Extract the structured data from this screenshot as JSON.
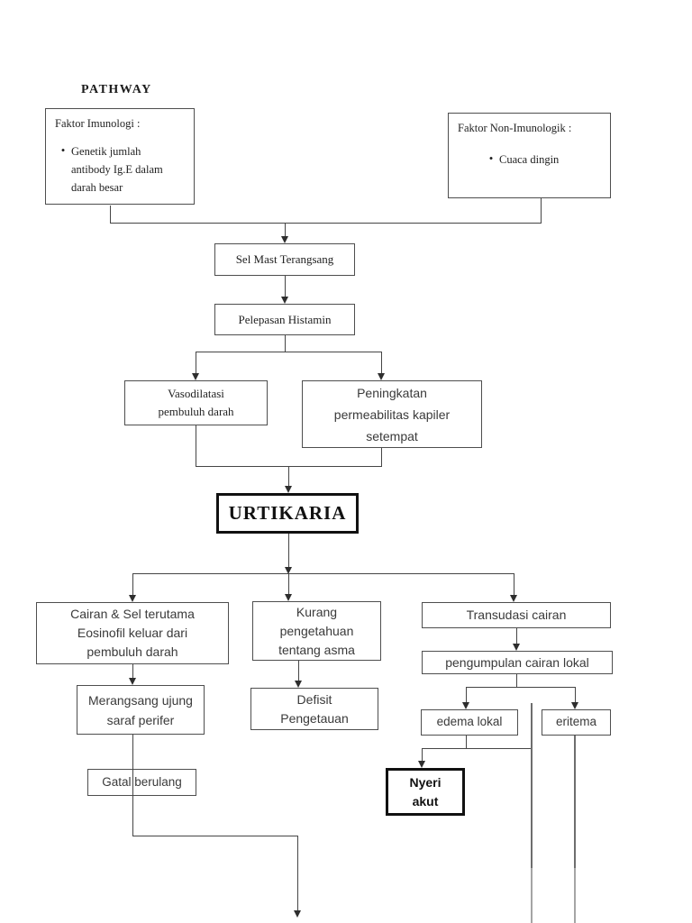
{
  "page": {
    "title": "PATHWAY",
    "background": "#ffffff"
  },
  "colors": {
    "line": "#454545",
    "box_border": "#4e4e4e",
    "emphasis_border": "#111111",
    "faded_line": "#a5a5a5"
  },
  "glyphs": {
    "bullet": "•"
  },
  "nodes": {
    "faktor_imunologi": {
      "title": "Faktor Imunologi :",
      "items": [
        "Genetik  jumlah\nantibody Ig.E dalam\ndarah besar"
      ]
    },
    "faktor_non_imunologik": {
      "title": "Faktor Non-Imunologik :",
      "items": [
        "Cuaca dingin"
      ]
    },
    "sel_mast": {
      "label": "Sel Mast Terangsang"
    },
    "pelepasan": {
      "label": "Pelepasan Histamin"
    },
    "vasodilatasi": {
      "label": "Vasodilatasi\npembuluh darah"
    },
    "peningkatan": {
      "label": "Peningkatan\npermeabilitas kapiler\nsetempat"
    },
    "urtikaria": {
      "label": "URTIKARIA"
    },
    "cairan": {
      "label": "Cairan & Sel terutama\nEosinofil keluar dari\npembuluh darah"
    },
    "kurang": {
      "label": "Kurang\npengetahuan\ntentang asma"
    },
    "transudasi": {
      "label": "Transudasi cairan"
    },
    "pengumpulan": {
      "label": "pengumpulan cairan lokal"
    },
    "merangsang": {
      "label": "Merangsang ujung\nsaraf perifer"
    },
    "defisit": {
      "label": "Defisit\nPengetauan"
    },
    "edema": {
      "label": "edema lokal"
    },
    "eritema": {
      "label": "eritema"
    },
    "gatal": {
      "label": "Gatal berulang"
    },
    "nyeri": {
      "label": "Nyeri\nakut"
    }
  }
}
